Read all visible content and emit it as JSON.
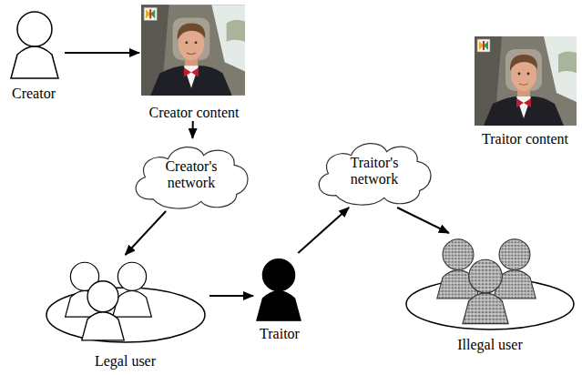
{
  "diagram": {
    "nodes": [
      {
        "text": [
          "Creator"
        ]
      },
      {
        "text": [
          "Creator content"
        ]
      },
      {
        "text": [
          "Traitor content"
        ]
      },
      {
        "text": [
          "Creator's network"
        ]
      },
      {
        "text": [
          "Traitor's network"
        ]
      },
      {
        "text": [
          "Legal user"
        ]
      },
      {
        "text": [
          "Traitor"
        ]
      },
      {
        "text": [
          "Illegal user"
        ]
      }
    ],
    "edges": [
      {
        "from": 0,
        "to": 1,
        "arrow": "to"
      },
      {
        "from": 1,
        "to": 3,
        "arrow": "to"
      },
      {
        "from": 3,
        "to": 5,
        "arrow": "to"
      },
      {
        "from": 5,
        "to": 6,
        "arrow": "to"
      },
      {
        "from": 6,
        "to": 4,
        "arrow": "to"
      },
      {
        "from": 4,
        "to": 7,
        "arrow": "to"
      }
    ]
  }
}
